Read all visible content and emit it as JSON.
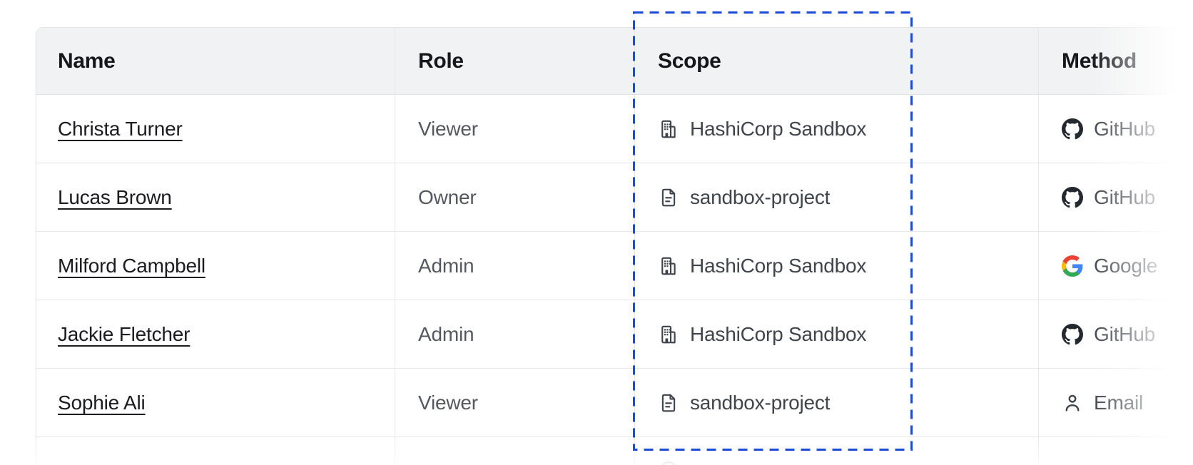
{
  "table": {
    "columns": [
      {
        "label": "Name"
      },
      {
        "label": "Role"
      },
      {
        "label": "Scope"
      },
      {
        "label": "Method"
      }
    ],
    "rows": [
      {
        "name": "Christa Turner",
        "role": "Viewer",
        "scope": "HashiCorp Sandbox",
        "scope_icon": "building-icon",
        "method": "GitHub",
        "method_icon": "github-icon"
      },
      {
        "name": "Lucas Brown",
        "role": "Owner",
        "scope": "sandbox-project",
        "scope_icon": "file-icon",
        "method": "GitHub",
        "method_icon": "github-icon"
      },
      {
        "name": "Milford Campbell",
        "role": "Admin",
        "scope": "HashiCorp Sandbox",
        "scope_icon": "building-icon",
        "method": "Google",
        "method_icon": "google-icon"
      },
      {
        "name": "Jackie Fletcher",
        "role": "Admin",
        "scope": "HashiCorp Sandbox",
        "scope_icon": "building-icon",
        "method": "GitHub",
        "method_icon": "github-icon"
      },
      {
        "name": "Sophie Ali",
        "role": "Viewer",
        "scope": "sandbox-project",
        "scope_icon": "file-icon",
        "method": "Email",
        "method_icon": "person-icon"
      }
    ],
    "partial_next_row": {
      "visible": true,
      "scope_icon": "partial-circle-icon"
    }
  },
  "annotation": {
    "style": "dashed-rectangle",
    "target": "scope-column",
    "color": "#1d4bd8"
  },
  "colors": {
    "header_bg": "#f1f2f3",
    "border": "#e6e7ea",
    "header_text": "#15171b",
    "name_text": "#1b1c1f",
    "secondary_text": "#55585f",
    "cell_text": "#40444b",
    "icon_gray": "#3f434a",
    "github_black": "#24292f",
    "google_blue": "#4285F4",
    "google_red": "#EA4335",
    "google_yellow": "#FBBC05",
    "google_green": "#34A853",
    "annotation_blue": "#1d4bd8"
  }
}
